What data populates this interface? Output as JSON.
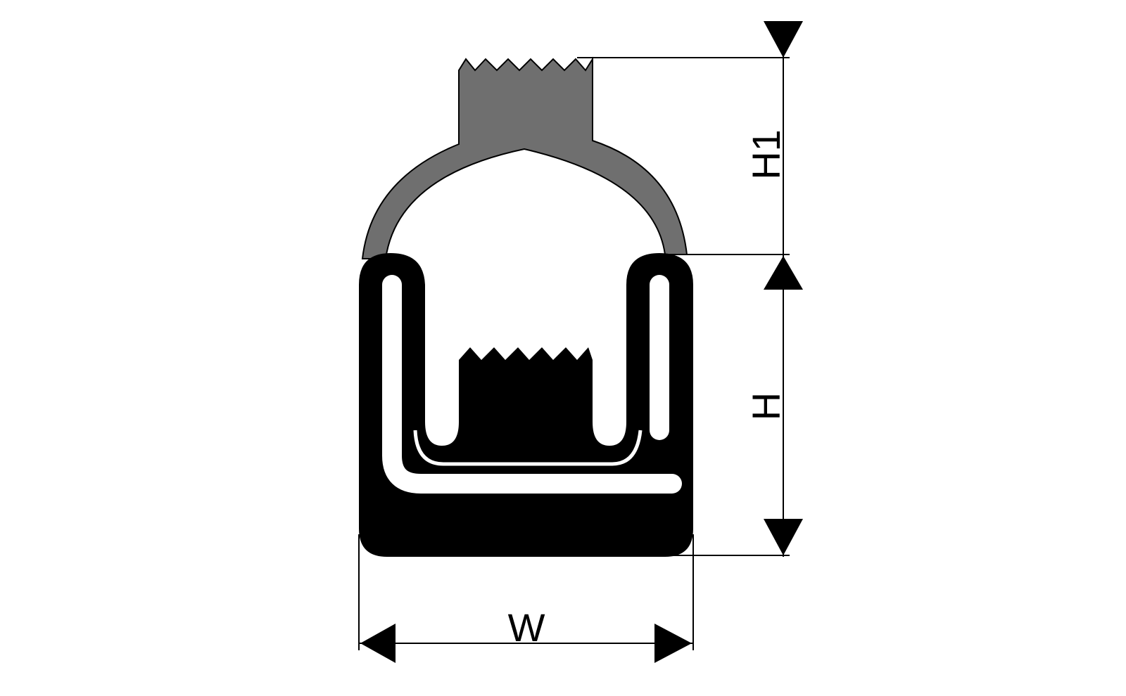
{
  "diagram": {
    "labels": {
      "h1": "H1",
      "h": "H",
      "w": "W"
    },
    "colors": {
      "cap": "#6f6f6f",
      "profile": "#000000",
      "background": "#ffffff"
    }
  }
}
